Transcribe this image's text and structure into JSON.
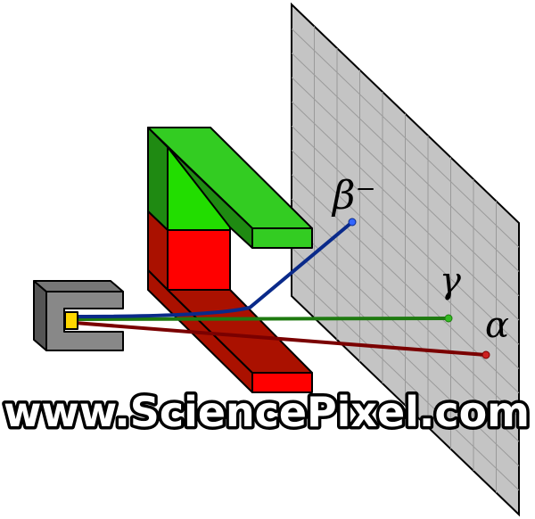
{
  "labels": {
    "beta": "β⁻",
    "gamma": "γ",
    "alpha": "α"
  },
  "watermark": "www.SciencePixel.com",
  "colors": {
    "screen": "#c4c4c4",
    "grid": "#9a9a9a",
    "magnet_north_top": "#33cc22",
    "magnet_north_side": "#1f8a12",
    "magnet_north_inner": "#22dd00",
    "magnet_south_front": "#ff0000",
    "magnet_south_side": "#aa1100",
    "source_box": "#888888",
    "source_box_dark": "#555555",
    "source_core": "#ffd700",
    "beta_ray": "#0a2a8a",
    "gamma_ray": "#1e7a10",
    "alpha_ray": "#7a0000",
    "outline": "#000000"
  },
  "icons": {
    "source": "radioactive-source-icon",
    "magnet": "horseshoe-magnet-icon",
    "screen": "detector-screen-icon"
  }
}
